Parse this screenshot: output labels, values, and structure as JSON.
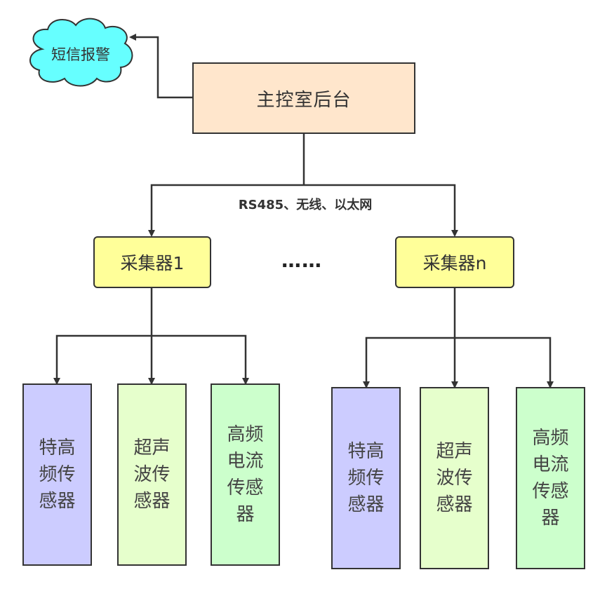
{
  "diagram": {
    "alert": {
      "label": "短信报警",
      "shape": "cloud",
      "color": "#66ffff"
    },
    "main_station": {
      "label": "主控室后台",
      "color": "#ffe6cc"
    },
    "link_label": "RS485、无线、以太网",
    "ellipsis": "……",
    "collectors": [
      {
        "label": "采集器1",
        "color": "#ffff99",
        "sensors": [
          {
            "label": "特高频传感器",
            "color": "#ccccff"
          },
          {
            "label": "超声波传感器",
            "color": "#e6ffcc"
          },
          {
            "label": "高频电流传感器",
            "color": "#ccffcc"
          }
        ]
      },
      {
        "label": "采集器n",
        "color": "#ffff99",
        "sensors": [
          {
            "label": "特高频传感器",
            "color": "#ccccff"
          },
          {
            "label": "超声波传感器",
            "color": "#e6ffcc"
          },
          {
            "label": "高频电流传感器",
            "color": "#ccffcc"
          }
        ]
      }
    ],
    "edges": [
      {
        "from": "主控室后台",
        "to": "短信报警"
      },
      {
        "from": "主控室后台",
        "to": "采集器1"
      },
      {
        "from": "主控室后台",
        "to": "采集器n"
      },
      {
        "from": "采集器1",
        "to": "特高频传感器"
      },
      {
        "from": "采集器1",
        "to": "超声波传感器"
      },
      {
        "from": "采集器1",
        "to": "高频电流传感器"
      },
      {
        "from": "采集器n",
        "to": "特高频传感器"
      },
      {
        "from": "采集器n",
        "to": "超声波传感器"
      },
      {
        "from": "采集器n",
        "to": "高频电流传感器"
      }
    ]
  }
}
